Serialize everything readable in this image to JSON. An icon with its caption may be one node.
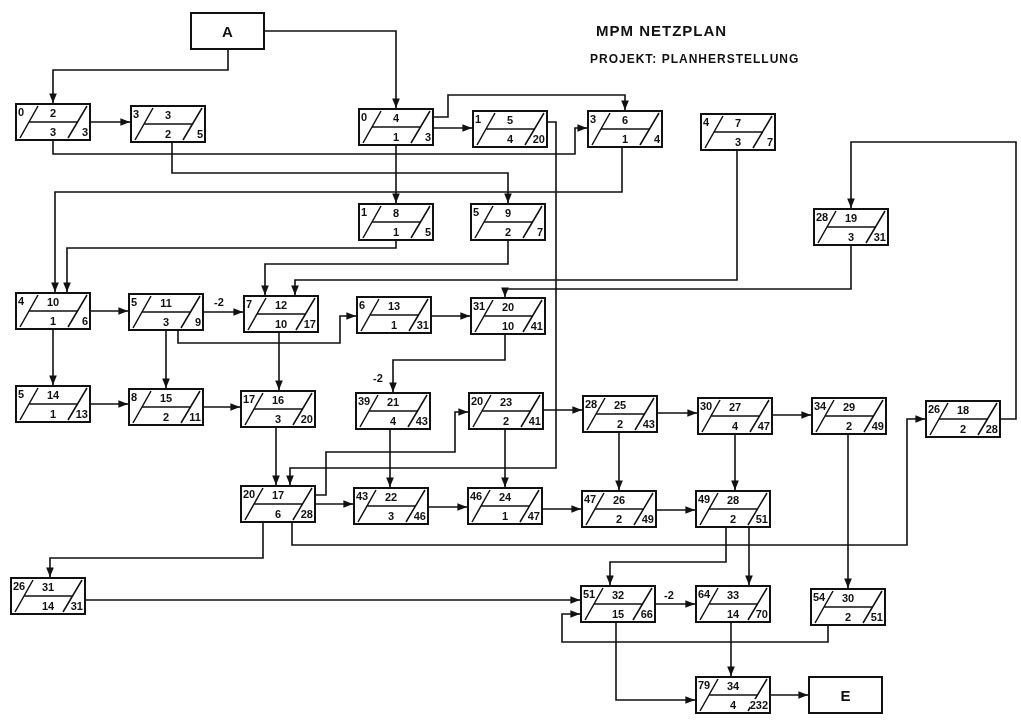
{
  "diagram": {
    "title": "MPM NETZPLAN",
    "nodes": [
      {
        "text": [
          "A"
        ]
      },
      {
        "text": [
          "0",
          "2",
          "3",
          "3"
        ]
      },
      {
        "text": [
          "3",
          "3",
          "2",
          "5"
        ]
      },
      {
        "text": [
          "0",
          "4",
          "1",
          "3"
        ]
      },
      {
        "text": [
          "1",
          "5",
          "4",
          "20"
        ]
      },
      {
        "text": [
          "3",
          "6",
          "1",
          "4"
        ]
      },
      {
        "text": [
          "4",
          "7",
          "3",
          "7"
        ]
      },
      {
        "text": [
          "1",
          "8",
          "1",
          "5"
        ]
      },
      {
        "text": [
          "5",
          "9",
          "2",
          "7"
        ]
      },
      {
        "text": [
          "28",
          "19",
          "3",
          "31"
        ]
      },
      {
        "text": [
          "4",
          "10",
          "1",
          "6"
        ]
      },
      {
        "text": [
          "5",
          "11",
          "3",
          "9"
        ]
      },
      {
        "text": [
          "7",
          "12",
          "10",
          "17"
        ]
      },
      {
        "text": [
          "6",
          "13",
          "1",
          "31"
        ]
      },
      {
        "text": [
          "31",
          "20",
          "10",
          "41"
        ]
      },
      {
        "text": [
          "5",
          "14",
          "1",
          "13"
        ]
      },
      {
        "text": [
          "8",
          "15",
          "2",
          "11"
        ]
      },
      {
        "text": [
          "17",
          "16",
          "3",
          "20"
        ]
      },
      {
        "text": [
          "39",
          "21",
          "4",
          "43"
        ]
      },
      {
        "text": [
          "20",
          "23",
          "2",
          "41"
        ]
      },
      {
        "text": [
          "28",
          "25",
          "2",
          "43"
        ]
      },
      {
        "text": [
          "30",
          "27",
          "4",
          "47"
        ]
      },
      {
        "text": [
          "34",
          "29",
          "2",
          "49"
        ]
      },
      {
        "text": [
          "26",
          "18",
          "2",
          "28"
        ]
      },
      {
        "text": [
          "20",
          "17",
          "6",
          "28"
        ]
      },
      {
        "text": [
          "43",
          "22",
          "3",
          "46"
        ]
      },
      {
        "text": [
          "46",
          "24",
          "1",
          "47"
        ]
      },
      {
        "text": [
          "47",
          "26",
          "2",
          "49"
        ]
      },
      {
        "text": [
          "49",
          "28",
          "2",
          "51"
        ]
      },
      {
        "text": [
          "26",
          "31",
          "14",
          "31"
        ]
      },
      {
        "text": [
          "51",
          "32",
          "15",
          "66"
        ]
      },
      {
        "text": [
          "64",
          "33",
          "14",
          "70"
        ]
      },
      {
        "text": [
          "54",
          "30",
          "2",
          "51"
        ]
      },
      {
        "text": [
          "79",
          "34",
          "4",
          "232"
        ]
      },
      {
        "text": [
          "E"
        ]
      }
    ],
    "edges": [
      {
        "from": 0,
        "to": 1,
        "arrow": "to"
      },
      {
        "from": 0,
        "to": 3,
        "arrow": "to"
      },
      {
        "from": 1,
        "to": 2,
        "arrow": "to"
      },
      {
        "from": 1,
        "to": 5,
        "arrow": "to"
      },
      {
        "from": 2,
        "to": 8,
        "arrow": "to"
      },
      {
        "from": 3,
        "to": 4,
        "arrow": "to"
      },
      {
        "from": 3,
        "to": 5,
        "arrow": "to"
      },
      {
        "from": 3,
        "to": 7,
        "arrow": "to"
      },
      {
        "from": 4,
        "to": 24,
        "arrow": "to"
      },
      {
        "from": 5,
        "to": 10,
        "arrow": "to"
      },
      {
        "from": 6,
        "to": 12,
        "arrow": "to"
      },
      {
        "from": 7,
        "to": 10,
        "arrow": "to"
      },
      {
        "from": 8,
        "to": 12,
        "arrow": "to"
      },
      {
        "from": 9,
        "to": 14,
        "arrow": "to"
      },
      {
        "from": 10,
        "to": 11,
        "arrow": "to"
      },
      {
        "from": 10,
        "to": 15,
        "arrow": "to"
      },
      {
        "from": 11,
        "to": 12,
        "arrow": "to",
        "label": "-2"
      },
      {
        "from": 11,
        "to": 16,
        "arrow": "to"
      },
      {
        "from": 11,
        "to": 13,
        "arrow": "to"
      },
      {
        "from": 12,
        "to": 17,
        "arrow": "to"
      },
      {
        "from": 13,
        "to": 14,
        "arrow": "to"
      },
      {
        "from": 14,
        "to": 18,
        "arrow": "to",
        "label": "-2"
      },
      {
        "from": 15,
        "to": 16,
        "arrow": "to"
      },
      {
        "from": 16,
        "to": 17,
        "arrow": "to"
      },
      {
        "from": 17,
        "to": 24,
        "arrow": "to"
      },
      {
        "from": 18,
        "to": 25,
        "arrow": "to"
      },
      {
        "from": 24,
        "to": 19,
        "arrow": "to"
      },
      {
        "from": 19,
        "to": 20,
        "arrow": "to"
      },
      {
        "from": 19,
        "to": 26,
        "arrow": "to"
      },
      {
        "from": 20,
        "to": 21,
        "arrow": "to"
      },
      {
        "from": 21,
        "to": 22,
        "arrow": "to"
      },
      {
        "from": 20,
        "to": 27,
        "arrow": "to"
      },
      {
        "from": 21,
        "to": 28,
        "arrow": "to"
      },
      {
        "from": 22,
        "to": 32,
        "arrow": "to"
      },
      {
        "from": 24,
        "to": 25,
        "arrow": "to"
      },
      {
        "from": 25,
        "to": 26,
        "arrow": "to"
      },
      {
        "from": 26,
        "to": 27,
        "arrow": "to"
      },
      {
        "from": 27,
        "to": 28,
        "arrow": "to"
      },
      {
        "from": 24,
        "to": 23,
        "arrow": "to"
      },
      {
        "from": 23,
        "to": 9,
        "arrow": "to"
      },
      {
        "from": 24,
        "to": 29,
        "arrow": "to"
      },
      {
        "from": 29,
        "to": 30,
        "arrow": "to"
      },
      {
        "from": 28,
        "to": 30,
        "arrow": "to"
      },
      {
        "from": 28,
        "to": 31,
        "arrow": "to"
      },
      {
        "from": 30,
        "to": 31,
        "arrow": "to",
        "label": "-2"
      },
      {
        "from": 32,
        "to": 30,
        "arrow": "to"
      },
      {
        "from": 30,
        "to": 33,
        "arrow": "to"
      },
      {
        "from": 31,
        "to": 33,
        "arrow": "to"
      },
      {
        "from": 33,
        "to": 34,
        "arrow": "to"
      }
    ],
    "labels": [
      "PROJEKT: PLANHERSTELLUNG"
    ]
  }
}
